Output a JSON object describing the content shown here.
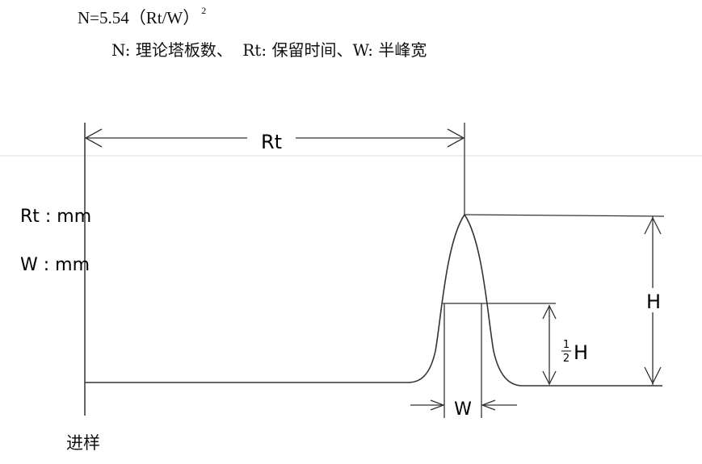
{
  "formula": {
    "main": "N=5.54（Rt/W）",
    "exponent": "2"
  },
  "legend": {
    "n_def": "N: 理论塔板数、",
    "rt_def": "Rt: 保留时间、W: 半峰宽"
  },
  "diagram": {
    "rt_label": "Rt",
    "rt_unit_label": "Rt : mm",
    "w_unit_label": "W : mm",
    "h_label": "H",
    "half_h_num": "1",
    "half_h_den": "2",
    "half_h_letter": "H",
    "w_label": "W",
    "injection_label": "进样"
  }
}
